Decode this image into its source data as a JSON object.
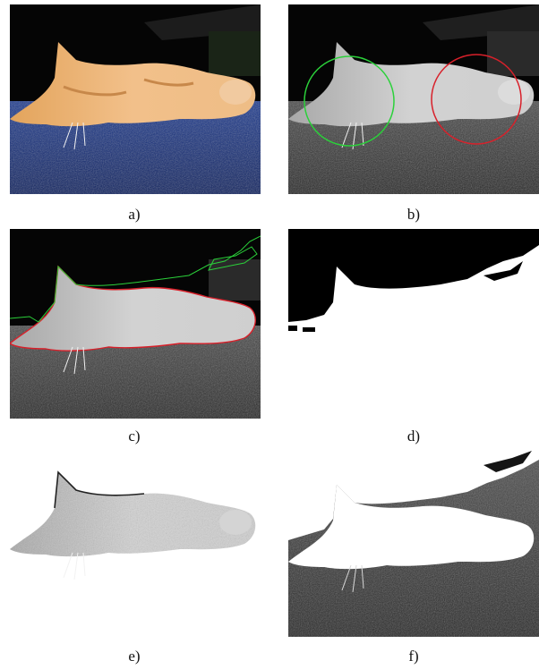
{
  "figure": {
    "panels": [
      {
        "id": "a",
        "caption": "a)",
        "content": "original color cat photo"
      },
      {
        "id": "b",
        "caption": "b)",
        "content": "grayscale with seed circles"
      },
      {
        "id": "c",
        "caption": "c)",
        "content": "grayscale with boundary contours"
      },
      {
        "id": "d",
        "caption": "d)",
        "content": "binary mask"
      },
      {
        "id": "e",
        "caption": "e)",
        "content": "extracted cat on white"
      },
      {
        "id": "f",
        "caption": "f)",
        "content": "cat region filled white"
      }
    ]
  },
  "colors": {
    "seed_inside": "#2bd13a",
    "seed_outside": "#d8202a",
    "contour_object": "#d8202a",
    "contour_background": "#2bd13a"
  }
}
